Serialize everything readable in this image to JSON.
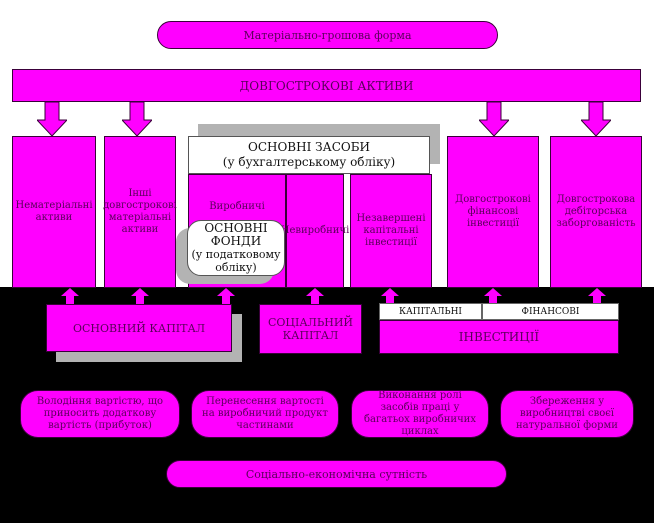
{
  "top_form": "Матеріально-грошова форма",
  "long_term_assets": "ДОВГОСТРОКОВІ АКТИВИ",
  "assets": {
    "intangible": "Нематеріальні активи",
    "other_material": "Інші довгострокові матеріальні активи",
    "fixed_assets_title": "ОСНОВНІ ЗАСОБИ",
    "fixed_assets_sub": "(у бухгалтерському обліку)",
    "production": "Виробничі",
    "non_production": "Невиробничі",
    "unfinished": "Незавершені капітальні інвестиції",
    "financial_investments": "Довгострокові фінансові інвестиції",
    "receivables": "Довгострокова дебіторська заборгованість",
    "funds_title": "ОСНОВНІ ФОНДИ",
    "funds_sub": "(у податковому обліку)"
  },
  "capital": {
    "fixed": "ОСНОВНИЙ КАПІТАЛ",
    "social": "СОЦІАЛЬНИЙ КАПІТАЛ",
    "capital_label": "КАПІТАЛЬНІ",
    "financial_label": "ФІНАНСОВІ",
    "investments": "ІНВЕСТИЦІЇ"
  },
  "properties": [
    "Володіння вартістю, що приносить додаткову вартість (прибуток)",
    "Перенесення вартості на виробничий продукт частинами",
    "Виконання ролі засобів праці у багатьох виробничих циклах",
    "Збереження у виробництві своєї натуральної форми"
  ],
  "bottom_essence": "Соціально-економічна сутність",
  "colors": {
    "primary": "#ff00ff",
    "dark": "#000000",
    "shadow": "#b3b3b3",
    "text": "#5a005a"
  }
}
